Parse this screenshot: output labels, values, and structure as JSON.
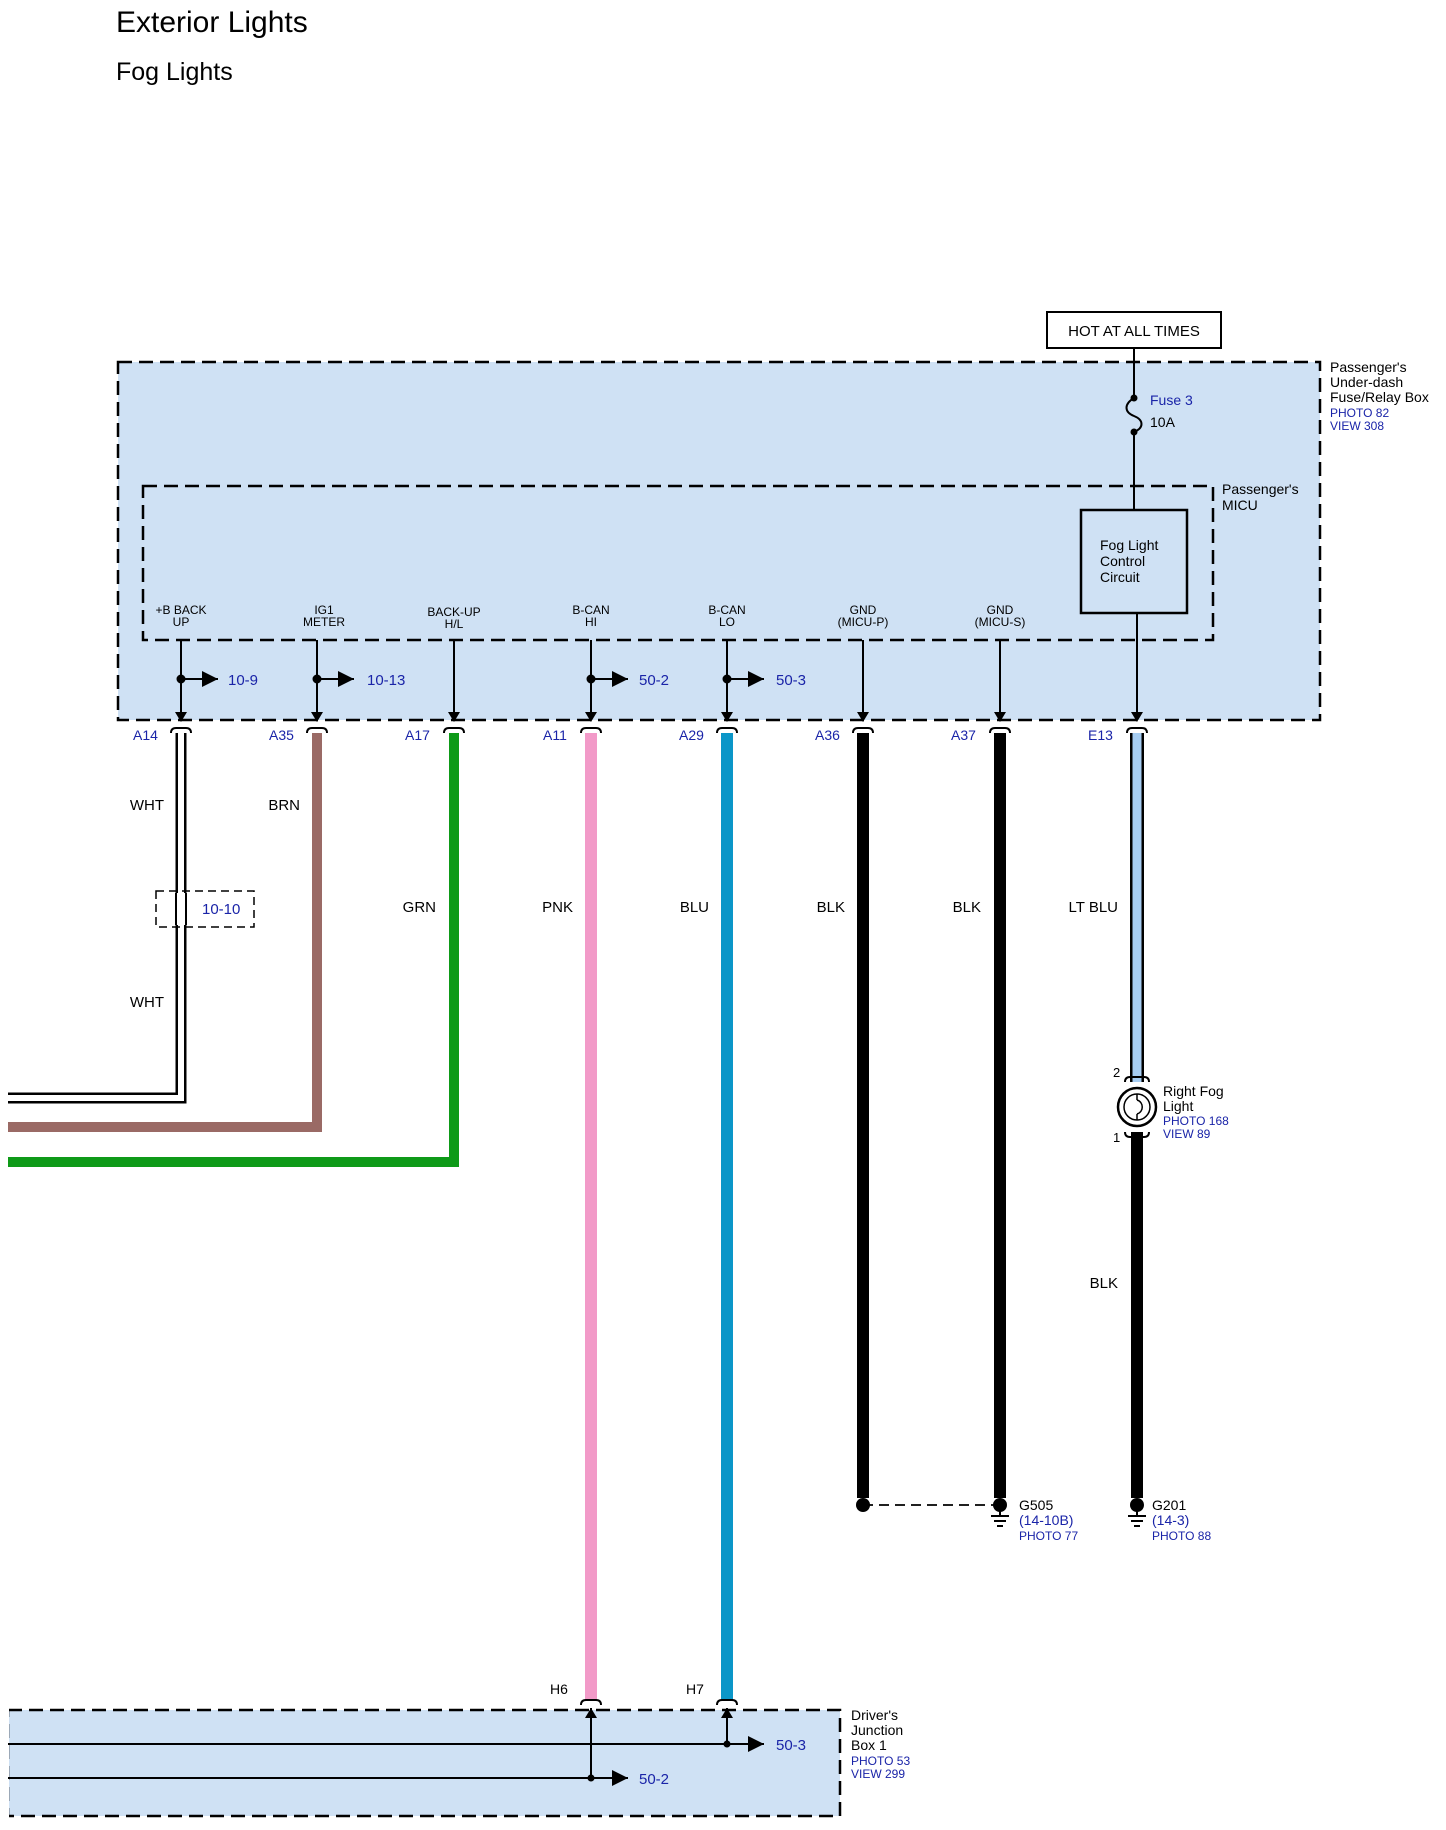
{
  "header": {
    "title": "Exterior Lights",
    "subtitle": "Fog Lights"
  },
  "hot_label": "HOT AT ALL TIMES",
  "fuse": {
    "name": "Fuse 3",
    "rating": "10A"
  },
  "relay_box": {
    "lines": [
      "Passenger's",
      "Under-dash",
      "Fuse/Relay Box"
    ],
    "photo": "PHOTO 82",
    "view": "VIEW 308"
  },
  "micu": {
    "lines": [
      "Passenger's",
      "MICU"
    ]
  },
  "fog_circuit": {
    "lines": [
      "Fog Light",
      "Control",
      "Circuit"
    ]
  },
  "terminals": [
    {
      "top": "+B BACK",
      "bottom": "UP",
      "pin": "A14",
      "wire_color": "WHT",
      "ref": "10-9"
    },
    {
      "top": "IG1",
      "bottom": "METER",
      "pin": "A35",
      "wire_color": "BRN",
      "ref": "10-13"
    },
    {
      "top": "BACK-UP",
      "bottom": "H/L",
      "pin": "A17",
      "wire_color": "GRN",
      "ref": ""
    },
    {
      "top": "B-CAN",
      "bottom": "HI",
      "pin": "A11",
      "wire_color": "PNK",
      "ref": "50-2"
    },
    {
      "top": "B-CAN",
      "bottom": "LO",
      "pin": "A29",
      "wire_color": "BLU",
      "ref": "50-3"
    },
    {
      "top": "GND",
      "bottom": "(MICU-P)",
      "pin": "A36",
      "wire_color": "BLK",
      "ref": ""
    },
    {
      "top": "GND",
      "bottom": "(MICU-S)",
      "pin": "A37",
      "wire_color": "BLK",
      "ref": ""
    },
    {
      "top": "",
      "bottom": "",
      "pin": "E13",
      "wire_color": "LT BLU",
      "ref": ""
    }
  ],
  "wht_second_label": "WHT",
  "splice_ref": "10-10",
  "fog_light": {
    "pin_top": "2",
    "pin_bottom": "1",
    "lines": [
      "Right Fog",
      "Light"
    ],
    "photo": "PHOTO 168",
    "view": "VIEW 89",
    "ground_wire": "BLK"
  },
  "ground_g505": {
    "name": "G505",
    "ref": "(14-10B)",
    "photo": "PHOTO 77"
  },
  "ground_g201": {
    "name": "G201",
    "ref": "(14-3)",
    "photo": "PHOTO 88"
  },
  "junction_box": {
    "lines": [
      "Driver's",
      "Junction",
      "Box 1"
    ],
    "photo": "PHOTO 53",
    "view": "VIEW 299",
    "pin_h6": "H6",
    "pin_h7": "H7",
    "ref_upper": "50-3",
    "ref_lower": "50-2"
  },
  "colors": {
    "box_fill": "#cfe1f4",
    "brn": "#9a6a65",
    "grn": "#0e9a18",
    "pnk": "#f29ac8",
    "blu": "#0b96c8",
    "ltblu": "#a6cdf2",
    "blk": "#000000",
    "ref_blue": "#1a24a8"
  }
}
